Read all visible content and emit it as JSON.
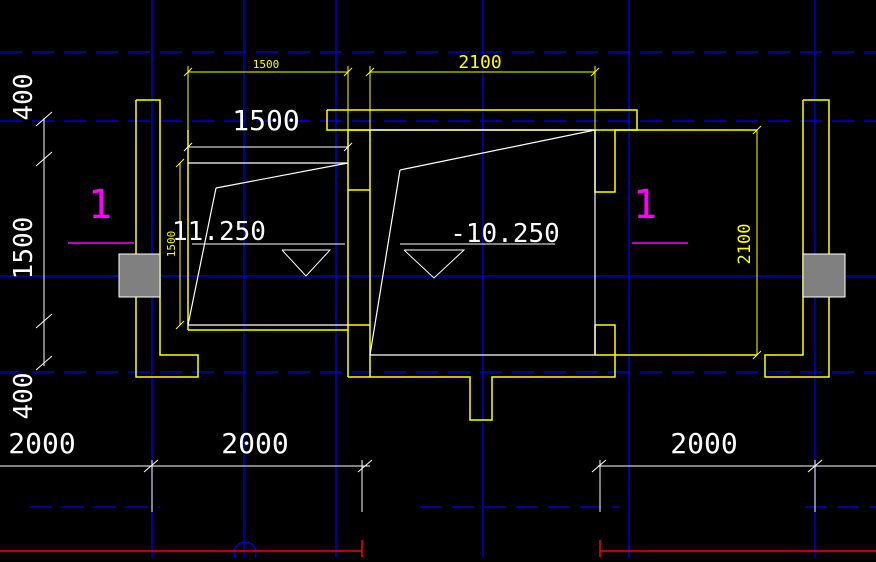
{
  "colors": {
    "background": "#000000",
    "wall": "#ffff00",
    "axis": "#0000ff",
    "dimension": "#ffffff",
    "section": "#ff00ff",
    "fill": "#808080",
    "accent": "#ff0000"
  },
  "dimensions": {
    "top_left_width": "1500",
    "top_right_width": "2100",
    "inner_width": "1500",
    "left_pit_height": "1500",
    "right_pit_height": "2100",
    "left_top": "400",
    "left_middle": "1500",
    "left_bottom": "400",
    "bottom_left": "2000",
    "bottom_middle": "2000",
    "bottom_right": "2000"
  },
  "levels": {
    "left": "11.250",
    "right": "-10.250"
  },
  "section_marks": {
    "left": "1",
    "right": "1"
  }
}
